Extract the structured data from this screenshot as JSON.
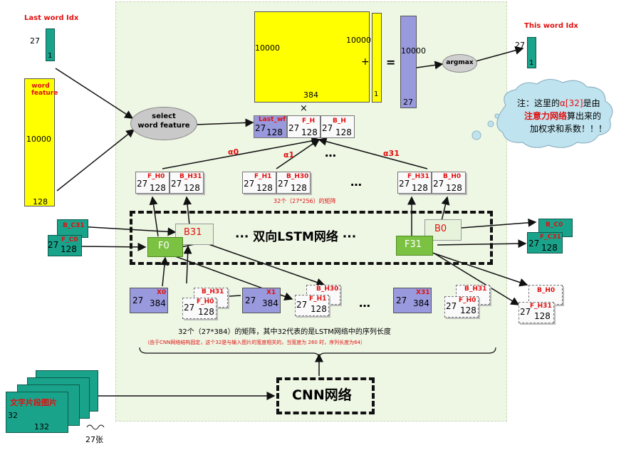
{
  "labels": {
    "last_word_idx": "Last word Idx",
    "this_word_idx": "This word Idx",
    "word_feature": "word feature",
    "n27": "27",
    "n1": "1",
    "n10000": "10000",
    "n128": "128",
    "n384": "384",
    "select": "select",
    "word_feature_btn": "word feature",
    "argmax": "argmax",
    "plus": "+",
    "equals": "=",
    "times": "×",
    "last_wf": "Last_wf",
    "F_H": "F_H",
    "B_H": "B_H",
    "alpha0": "α0",
    "alpha1": "α1",
    "alpha31": "α31",
    "ellipsis": "…",
    "dots": "···",
    "F_H0": "F_H0",
    "B_H31": "B_H31",
    "F_H1": "F_H1",
    "B_H30": "B_H30",
    "F_H31": "F_H31",
    "B_H0": "B_H0",
    "matrix_note": "32个（27*256）的矩阵",
    "B_C31": "B_C31",
    "F_C0": "F_C0",
    "B_C0": "B_C0",
    "F_C31": "F_C31",
    "F0": "F0",
    "B31": "B31",
    "F31": "F31",
    "B0": "B0",
    "lstm_title": "··· 双向LSTM网络 ···",
    "X0": "X0",
    "X1": "X1",
    "X31": "X31",
    "seq_note": "32个（27*384）的矩阵，其中32代表的是LSTM网络中的序列长度",
    "seq_sub": "（由于CNN网络结构固定，这个32是与输入图片的宽度相关的，当宽度为 260 时，序列长度为64）",
    "cnn": "CNN网络",
    "img_label": "文字片段图片",
    "n32": "32",
    "n132": "132",
    "count": "27张"
  },
  "cloud": {
    "line1_a": "注：这里的",
    "line1_b": "α[32]",
    "line1_c": "是由",
    "line2_a": "注意力网络",
    "line2_b": "算出来的",
    "line3": "加权求和系数！！！"
  },
  "colors": {
    "yellow": "#ffff00",
    "teal": "#1aa38b",
    "purple": "#9999dd",
    "green": "#7cc242",
    "red": "#e01010",
    "background": "#eef6e4"
  }
}
